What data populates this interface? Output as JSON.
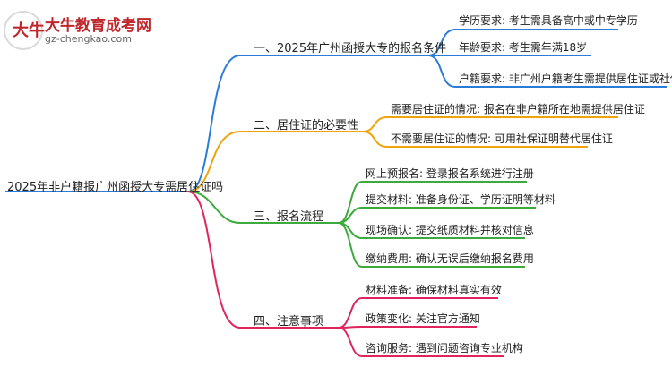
{
  "logo": {
    "title": "大牛教育成考网",
    "url": "gz-chengkao.com",
    "mark": "大牛"
  },
  "root": "2025年非户籍报广州函授大专需居住证吗",
  "branches": [
    {
      "label": "一、2025年广州函授大专的报名条件",
      "color": "#2b7bd9",
      "children": [
        "学历要求: 考生需具备高中或中专学历",
        "年龄要求: 考生需年满18岁",
        "户籍要求: 非广州户籍考生需提供居住证或社保证明"
      ]
    },
    {
      "label": "二、居住证的必要性",
      "color": "#f0a30a",
      "children": [
        "需要居住证的情况: 报名在非户籍所在地需提供居住证",
        "不需要居住证的情况: 可用社保证明替代居住证"
      ]
    },
    {
      "label": "三、报名流程",
      "color": "#3daa3d",
      "children": [
        "网上预报名: 登录报名系统进行注册",
        "提交材料: 准备身份证、学历证明等材料",
        "现场确认: 提交纸质材料并核对信息",
        "缴纳费用: 确认无误后缴纳报名费用"
      ]
    },
    {
      "label": "四、注意事项",
      "color": "#e0245e",
      "children": [
        "材料准备: 确保材料真实有效",
        "政策变化: 关注官方通知",
        "咨询服务: 遇到问题咨询专业机构"
      ]
    }
  ]
}
